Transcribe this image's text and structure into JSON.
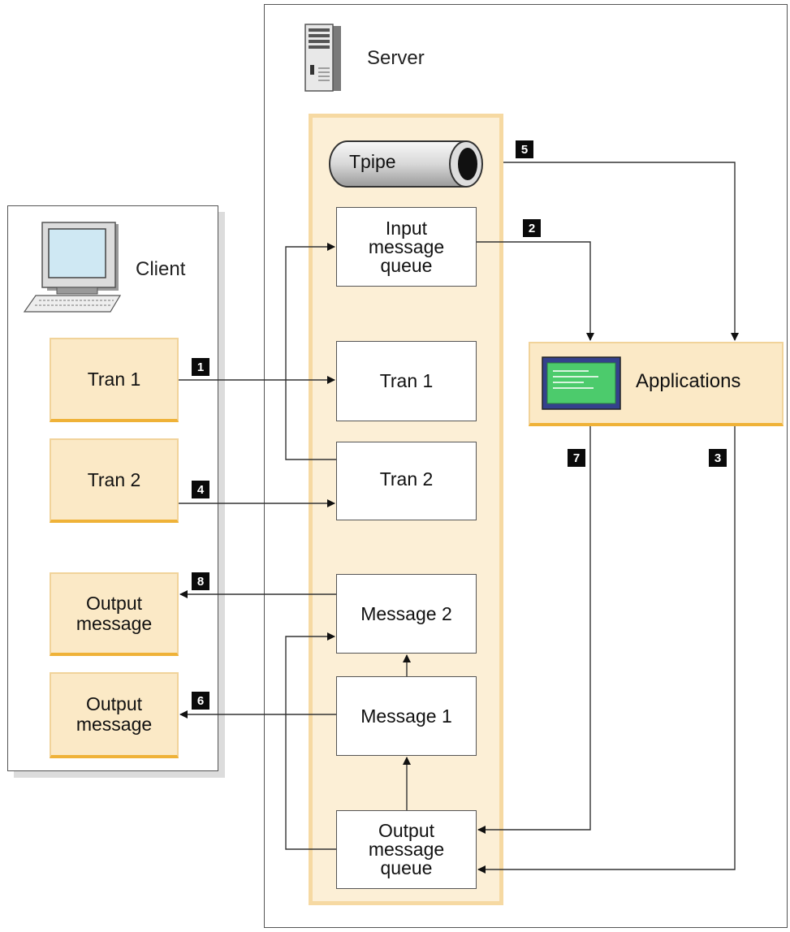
{
  "server": {
    "title": "Server",
    "icon": "server-tower-icon"
  },
  "client": {
    "title": "Client",
    "icon": "desktop-computer-icon"
  },
  "tpipe": {
    "label": "Tpipe",
    "icon": "pipe-cylinder-icon"
  },
  "server_boxes": {
    "input_queue": "Input\nmessage\nqueue",
    "tran1": "Tran 1",
    "tran2": "Tran 2",
    "message2": "Message 2",
    "message1": "Message 1",
    "output_queue": "Output\nmessage\nqueue"
  },
  "client_boxes": {
    "tran1": "Tran 1",
    "tran2": "Tran 2",
    "output1": "Output\nmessage",
    "output2": "Output\nmessage"
  },
  "applications": {
    "label": "Applications",
    "icon": "application-window-icon"
  },
  "steps": [
    "1",
    "2",
    "3",
    "4",
    "5",
    "6",
    "7",
    "8"
  ]
}
